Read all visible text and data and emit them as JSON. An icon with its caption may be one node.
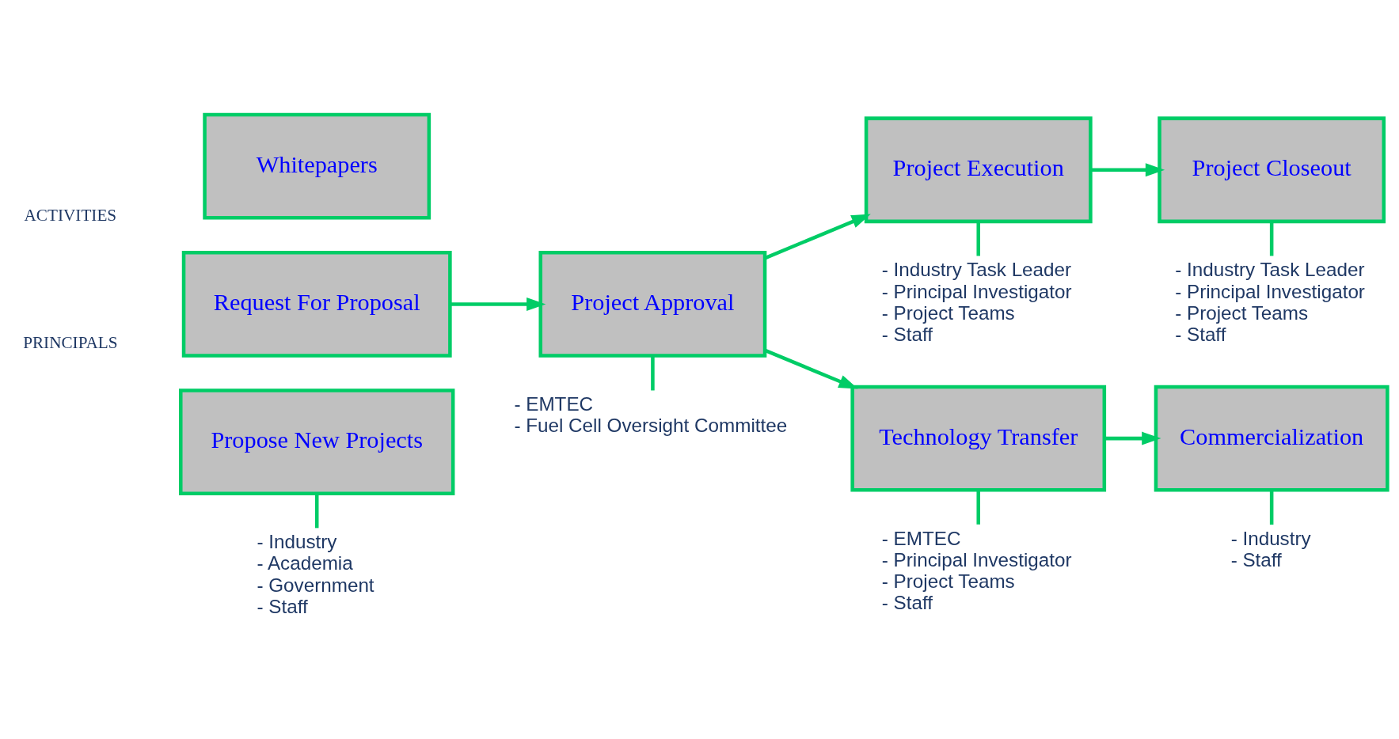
{
  "diagram": {
    "nodes": [
      {
        "text": [
          "Whitepapers"
        ]
      },
      {
        "text": [
          "Request For Proposal"
        ]
      },
      {
        "text": [
          "Propose New Projects"
        ]
      },
      {
        "text": [
          "Project Approval"
        ]
      },
      {
        "text": [
          "Project Execution"
        ]
      },
      {
        "text": [
          "Project Closeout"
        ]
      },
      {
        "text": [
          "Technology Transfer"
        ]
      },
      {
        "text": [
          "Commercialization"
        ]
      },
      {
        "text": [
          "- Industry",
          "- Academia",
          "- Government",
          "- Staff"
        ]
      },
      {
        "text": [
          "- EMTEC",
          "- Fuel Cell Oversight Committee"
        ]
      },
      {
        "text": [
          "- Industry Task Leader",
          "- Principal Investigator",
          "- Project Teams",
          "- Staff"
        ]
      },
      {
        "text": [
          "- Industry Task Leader",
          "- Principal Investigator",
          "- Project Teams",
          "- Staff"
        ]
      },
      {
        "text": [
          "- EMTEC",
          "- Principal Investigator",
          "- Project Teams",
          "- Staff"
        ]
      },
      {
        "text": [
          "- Industry",
          "- Staff"
        ]
      }
    ],
    "edges": [
      {
        "from": 1,
        "to": 3,
        "arrow": "to"
      },
      {
        "from": 3,
        "to": 4,
        "arrow": "to"
      },
      {
        "from": 3,
        "to": 6,
        "arrow": "to"
      },
      {
        "from": 4,
        "to": 5,
        "arrow": "to"
      },
      {
        "from": 6,
        "to": 7,
        "arrow": "to"
      },
      {
        "from": 2,
        "to": 8,
        "arrow": "none"
      },
      {
        "from": 3,
        "to": 9,
        "arrow": "none"
      },
      {
        "from": 4,
        "to": 10,
        "arrow": "none"
      },
      {
        "from": 5,
        "to": 11,
        "arrow": "none"
      },
      {
        "from": 6,
        "to": 12,
        "arrow": "none"
      },
      {
        "from": 7,
        "to": 13,
        "arrow": "none"
      }
    ],
    "labels": [
      "ACTIVITIES",
      "PRINCIPALS"
    ]
  }
}
